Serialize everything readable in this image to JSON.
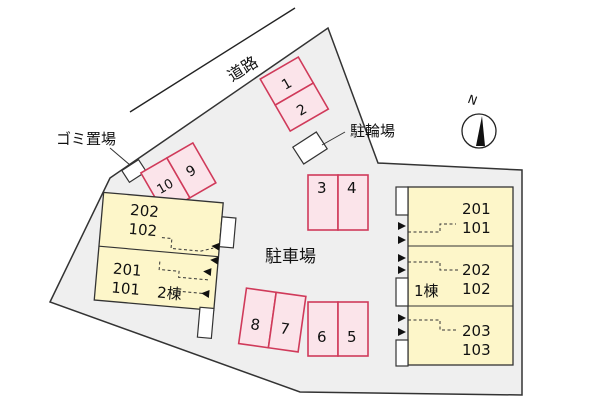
{
  "labels": {
    "road": "道路",
    "garbage": "ゴミ置場",
    "bicycle": "駐輪場",
    "parking": "駐車場",
    "north": "N"
  },
  "building_west": {
    "name": "2棟",
    "units_upper": [
      "202",
      "102"
    ],
    "units_lower": [
      "201",
      "101"
    ]
  },
  "building_east": {
    "name": "1棟",
    "units": [
      [
        "201",
        "101"
      ],
      [
        "202",
        "102"
      ],
      [
        "203",
        "103"
      ]
    ]
  },
  "parking_spaces": [
    "1",
    "2",
    "3",
    "4",
    "5",
    "6",
    "7",
    "8",
    "9",
    "10"
  ],
  "colors": {
    "parking_stroke": "#d03a5a",
    "parking_fill": "#fbe4ea",
    "building_fill": "#fdf6c9",
    "lot_fill": "#efefef"
  }
}
